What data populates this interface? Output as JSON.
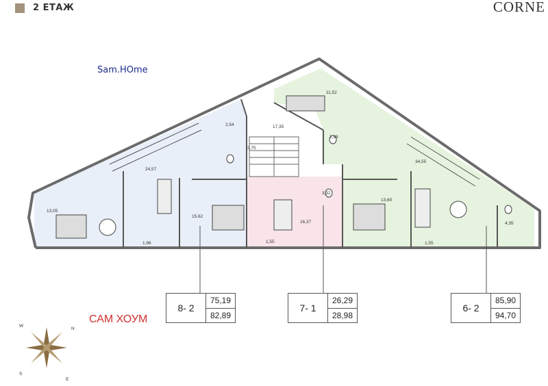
{
  "header": {
    "floor_label": "2 ЕТАЖ",
    "brand": "CORNE",
    "swatch_color": "#a3927c"
  },
  "watermarks": {
    "top": "Sam.HOme",
    "middle": "САМ ХОУМ"
  },
  "colors": {
    "unit_8_2": "#e9eff8",
    "unit_7_1": "#f8e4e9",
    "unit_6_2": "#e6f3de",
    "wall": "#6b6b6b"
  },
  "room_areas": [
    {
      "id": "r1",
      "value": "13,05"
    },
    {
      "id": "r2",
      "value": "24,57"
    },
    {
      "id": "r3",
      "value": "2,54"
    },
    {
      "id": "r4",
      "value": "3,75"
    },
    {
      "id": "r5",
      "value": "17,35"
    },
    {
      "id": "r6",
      "value": "1,96"
    },
    {
      "id": "r7",
      "value": "15,62"
    },
    {
      "id": "r8",
      "value": "1,55"
    },
    {
      "id": "r9",
      "value": "16,37"
    },
    {
      "id": "r10",
      "value": "3,32"
    },
    {
      "id": "r11",
      "value": "11,52"
    },
    {
      "id": "r12",
      "value": "2,98"
    },
    {
      "id": "r13",
      "value": "34,55"
    },
    {
      "id": "r14",
      "value": "13,60"
    },
    {
      "id": "r15",
      "value": "1,55"
    },
    {
      "id": "r16",
      "value": "4,35"
    }
  ],
  "units": [
    {
      "label": "8- 2",
      "net": "75,19",
      "gross": "82,89"
    },
    {
      "label": "7- 1",
      "net": "26,29",
      "gross": "28,98"
    },
    {
      "label": "6- 2",
      "net": "85,90",
      "gross": "94,70"
    }
  ],
  "compass": {
    "n": "N",
    "w": "W",
    "s": "S",
    "e": "E"
  }
}
